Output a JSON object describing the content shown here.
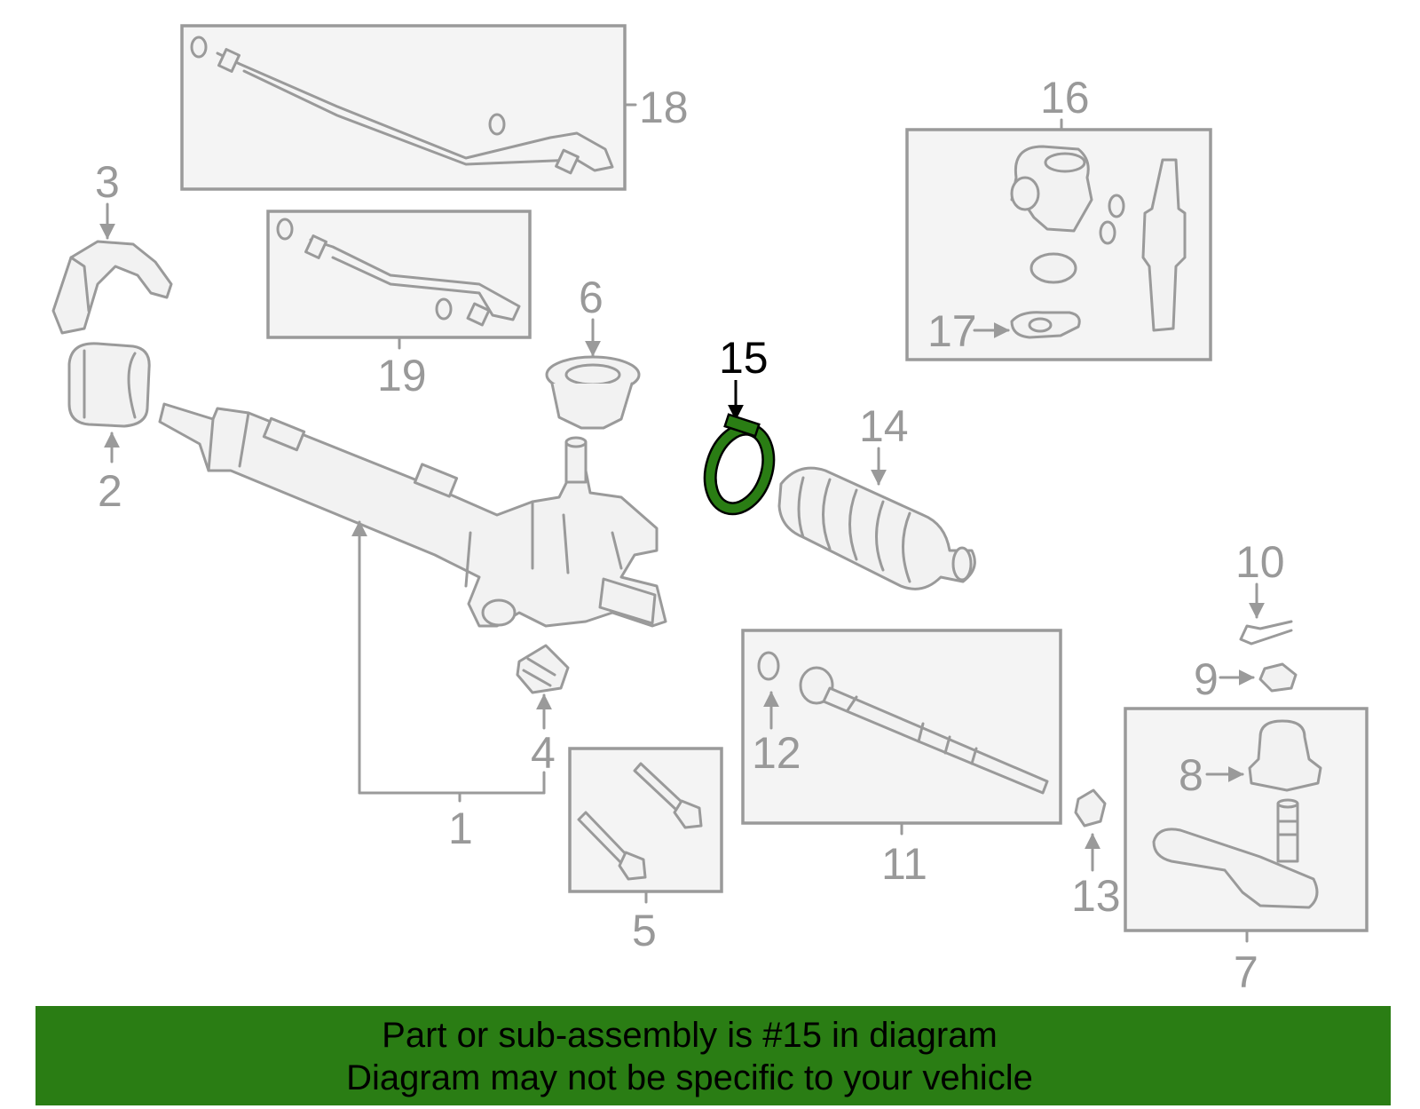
{
  "banner": {
    "line1": "Part or sub-assembly is #15 in diagram",
    "line2": "Diagram may not be specific to your vehicle"
  },
  "highlight_color": "#2a7d14",
  "part_labels": {
    "p1": "1",
    "p2": "2",
    "p3": "3",
    "p4": "4",
    "p5": "5",
    "p6": "6",
    "p7": "7",
    "p8": "8",
    "p9": "9",
    "p10": "10",
    "p11": "11",
    "p12": "12",
    "p13": "13",
    "p14": "14",
    "p15": "15",
    "p16": "16",
    "p17": "17",
    "p18": "18",
    "p19": "19"
  }
}
